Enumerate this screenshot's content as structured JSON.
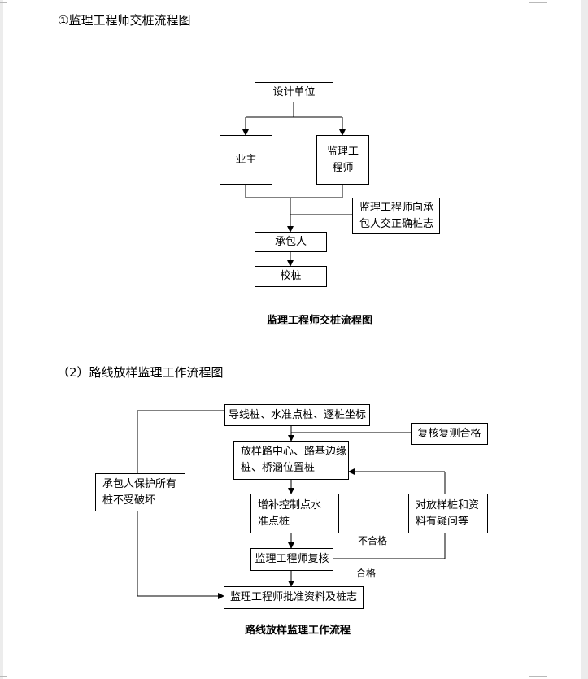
{
  "section1": {
    "heading": "①监理工程师交桩流程图",
    "boxes": {
      "design": "设计单位",
      "owner": "业主",
      "supervisor": "监理工\n程师",
      "note": "监理工程师向承\n包人交正确桩志",
      "contractor": "承包人",
      "check": "校桩"
    },
    "caption": "监理工程师交桩流程图"
  },
  "section2": {
    "heading": "（2）路线放样监理工作流程图",
    "boxes": {
      "top": "导线桩、水准点桩、逐桩坐标",
      "recheck": "复核复测合格",
      "layout": "放样路中心、路基边缘\n桩、桥涵位置桩",
      "protect": "承包人保护所有\n桩不受破坏",
      "add": "增补控制点水\n准点桩",
      "doubt": "对放样桩和资\n料有疑问等",
      "review": "监理工程师复核",
      "approve": "监理工程师批准资料及桩志"
    },
    "labels": {
      "fail": "不合格",
      "pass": "合格"
    },
    "caption": "路线放样监理工作流程"
  }
}
